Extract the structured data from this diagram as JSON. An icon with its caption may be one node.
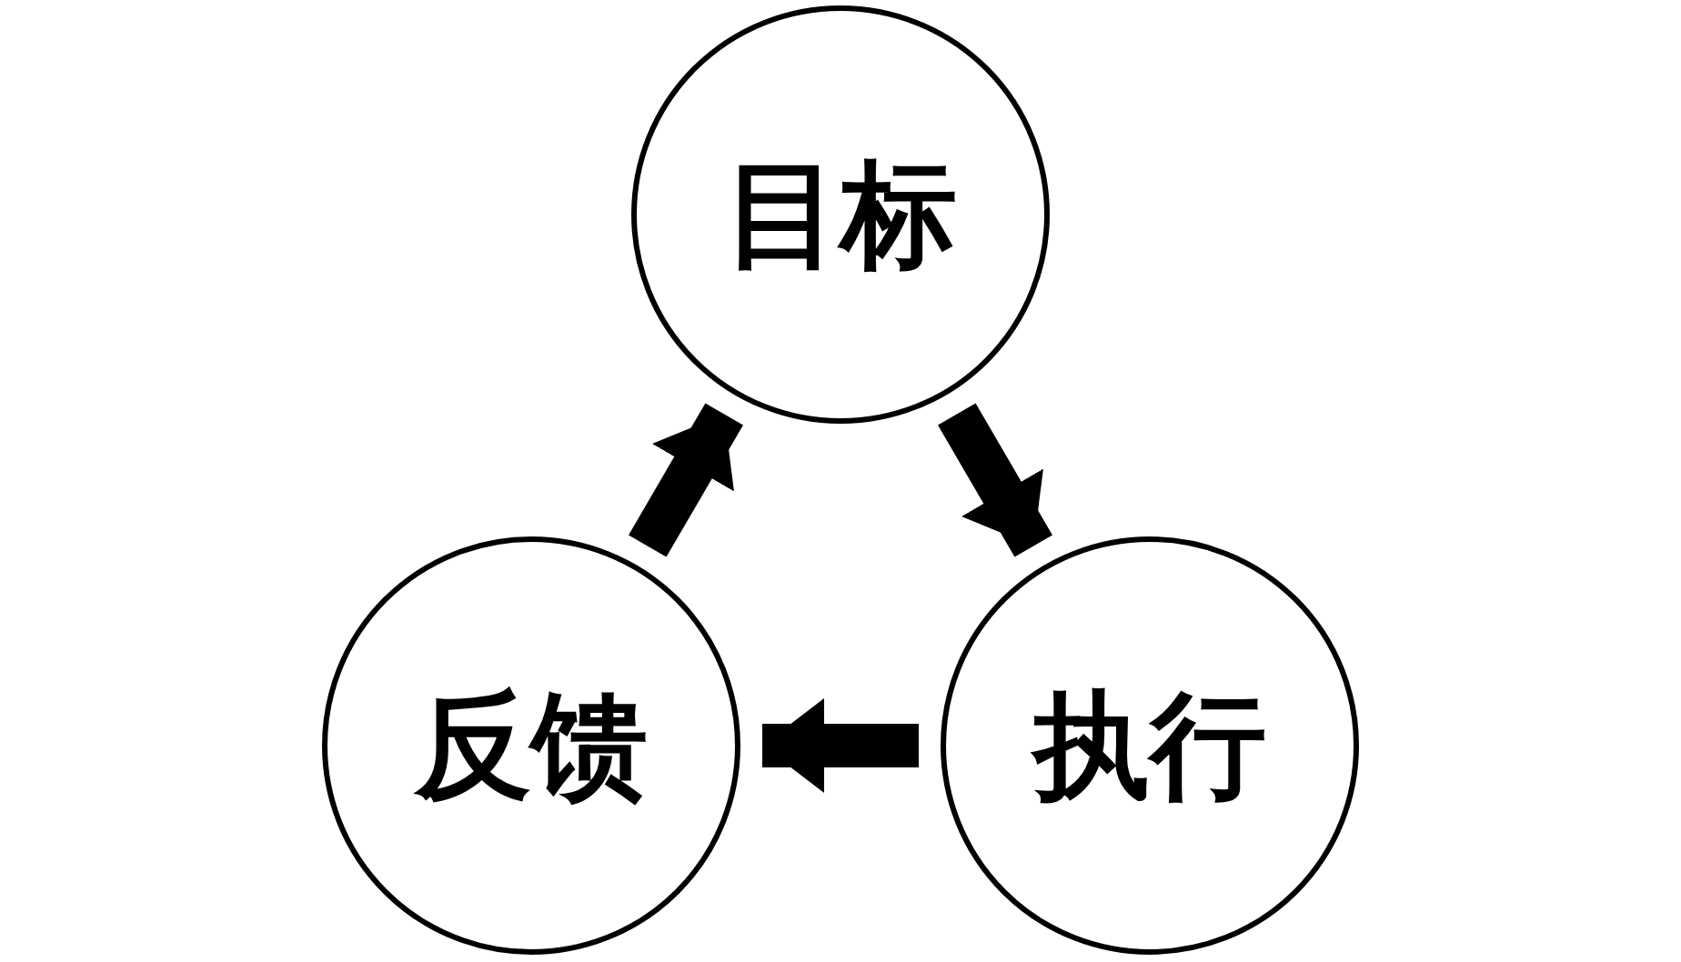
{
  "diagram": {
    "nodes": [
      {
        "text": [
          "目标"
        ]
      },
      {
        "text": [
          "执行"
        ]
      },
      {
        "text": [
          "反馈"
        ]
      }
    ],
    "edges": [
      {
        "from": 0,
        "to": 1,
        "arrow": "to"
      },
      {
        "from": 1,
        "to": 2,
        "arrow": "to"
      },
      {
        "from": 2,
        "to": 0,
        "arrow": "to"
      }
    ]
  }
}
